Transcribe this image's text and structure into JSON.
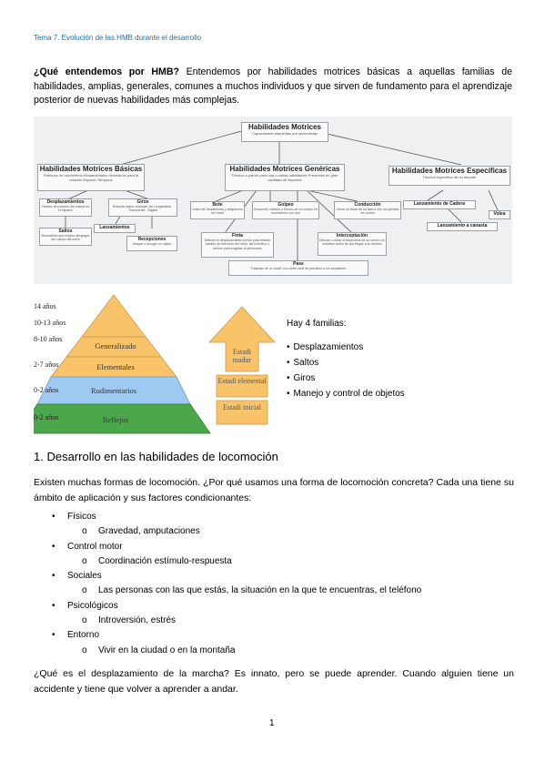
{
  "header": {
    "text": "Tema 7. Evolución de las HMB durante el desarrollo"
  },
  "intro": {
    "question": "¿Qué entendemos por HMB?",
    "text": " Entendemos por habilidades motrices básicas a aquellas familias de habilidades, amplias, generales, comunes a muchos individuos y que sirven de fundamento para el aprendizaje posterior de nuevas habilidades más complejas."
  },
  "concept_map": {
    "root": {
      "title": "Habilidades Motrices",
      "desc": "Capacidades adquiridas por aprendizaje"
    },
    "basicas": {
      "title": "Habilidades Motrices Básicas",
      "desc": "Patrones de movimiento fundamentales necesarios para la relación Espacio-Temporal"
    },
    "genericas": {
      "title": "Habilidades Motrices Genéricas",
      "desc": "Técnica o patrón para una o varias habilidades Presentes en gran cantidad de deportes"
    },
    "especificas": {
      "title": "Habilidades Motrices Específicas",
      "desc": "Técnica específica de un deporte"
    },
    "desplazamientos": {
      "title": "Desplazamientos",
      "desc": "Cambio de posición del cuerpo en el espacio"
    },
    "giros": {
      "title": "Giros",
      "desc": "Rotación sobre cualquier eje Longitudinal - Transversal - Sagital"
    },
    "saltos": {
      "title": "Saltos",
      "desc": "Movimiento que implica despegue del cuerpo del suelo"
    },
    "lanzamientos": {
      "title": "Lanzamientos",
      "desc": ""
    },
    "recepciones": {
      "title": "Recepciones",
      "desc": "Atrapar o recoger un objeto"
    },
    "bote": {
      "title": "Bote",
      "desc": "Unión del lanzamiento y adaptación del móvil"
    },
    "golpeo": {
      "title": "Golpeo",
      "desc": "Encuentro violento o brusco de un cuerpo en movimiento con otro"
    },
    "conduccion": {
      "title": "Conducción",
      "desc": "Llevar un móvil de un lado a otro sin pérdida de control"
    },
    "finta": {
      "title": "Finta",
      "desc": "Detener el desplazamiento previo para realizar cambio de dirección del móvil, del individuo o ambos para engañar al adversario"
    },
    "intercepcion": {
      "title": "Interceptación",
      "desc": "Desviar o cortar la trayectoria de un móvil o un individuo antes de que llegue a su destino"
    },
    "pase": {
      "title": "Pase",
      "desc": "Traspaso de un móvil, con cierto nivel de precisión a un compañero"
    },
    "cadera": {
      "title": "Lanzamiento de Cadera",
      "desc": ""
    },
    "volea": {
      "title": "Volea",
      "desc": ""
    },
    "canasta": {
      "title": "Lanzamiento a canasta",
      "desc": ""
    }
  },
  "pyramid": {
    "ages": [
      "14 años",
      "10-13 años",
      "8-10 años",
      "2-7 años",
      "0-2 años",
      "0-2 años"
    ],
    "bands": [
      "Generalizado",
      "Elementales",
      "Rudimentarios",
      "Reflejos"
    ],
    "colors": {
      "orange": "#f9c36a",
      "blue": "#9ec9f0",
      "green": "#4aa84a"
    },
    "stages": [
      "Estadi madur",
      "Estadi elemental",
      "Estadi inicial"
    ]
  },
  "families": {
    "title": "Hay 4 familias:",
    "items": [
      "Desplazamientos",
      "Saltos",
      "Giros",
      "Manejo y control de objetos"
    ]
  },
  "section1": {
    "title": "1. Desarrollo en las habilidades de locomoción",
    "para": "Existen muchas formas de locomoción. ¿Por qué usamos una forma de locomoción concreta? Cada una tiene su ámbito de aplicación y sus factores condicionantes:",
    "factors": [
      {
        "name": "Físicos",
        "detail": "Gravedad, amputaciones"
      },
      {
        "name": "Control motor",
        "detail": "Coordinación estímulo-respuesta"
      },
      {
        "name": "Sociales",
        "detail": "Las personas con las que estás, la situación en la que te encuentras, el teléfono"
      },
      {
        "name": "Psicológicos",
        "detail": "Introversión, estrés"
      },
      {
        "name": "Entorno",
        "detail": "Vivir en la ciudad o en la montaña"
      }
    ],
    "para2": "¿Qué es el desplazamiento de la marcha? Es innato, pero se puede aprender. Cuando alguien tiene un accidente y tiene que volver a aprender a andar."
  },
  "page_number": "1"
}
